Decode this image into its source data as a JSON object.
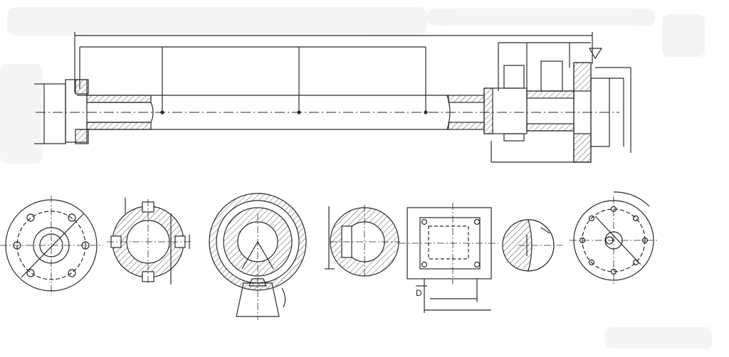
{
  "drawing": {
    "section_mark": "D",
    "colors": {
      "paper": "#ffffff",
      "ink": "#2a2a2a",
      "hatch": "#555555",
      "smudge": "#e9e9e9"
    },
    "views": [
      {
        "id": "shaft-longitudinal",
        "kind": "elevation"
      },
      {
        "id": "flange-end-view",
        "kind": "end view"
      },
      {
        "id": "keyed-hub-section",
        "kind": "section"
      },
      {
        "id": "bearing-ring-section",
        "kind": "section"
      },
      {
        "id": "slotted-ring-section",
        "kind": "section"
      },
      {
        "id": "square-flange-view",
        "kind": "plan"
      },
      {
        "id": "partial-disc-section",
        "kind": "section"
      },
      {
        "id": "bolt-circle-flange-view",
        "kind": "end view"
      }
    ]
  }
}
